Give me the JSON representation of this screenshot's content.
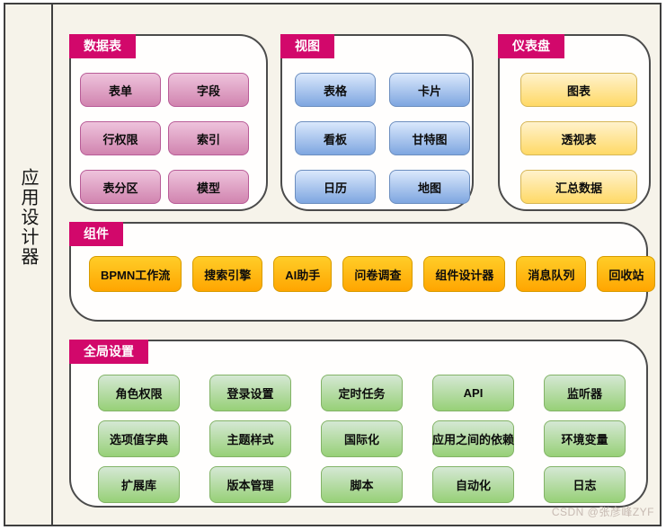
{
  "sidebar": {
    "title": "应用设计器"
  },
  "sections": {
    "datatable": {
      "label": "数据表",
      "items": [
        "表单",
        "字段",
        "行权限",
        "索引",
        "表分区",
        "模型"
      ]
    },
    "views": {
      "label": "视图",
      "items": [
        "表格",
        "卡片",
        "看板",
        "甘特图",
        "日历",
        "地图"
      ]
    },
    "dashboard": {
      "label": "仪表盘",
      "items": [
        "图表",
        "透视表",
        "汇总数据"
      ]
    },
    "components": {
      "label": "组件",
      "items": [
        "BPMN工作流",
        "搜索引擎",
        "AI助手",
        "问卷调查",
        "组件设计器",
        "消息队列",
        "回收站"
      ]
    },
    "global": {
      "label": "全局设置",
      "items": [
        "角色权限",
        "登录设置",
        "定时任务",
        "API",
        "监听器",
        "选项值字典",
        "主题样式",
        "国际化",
        "应用之间的依赖",
        "环境变量",
        "扩展库",
        "版本管理",
        "脚本",
        "自动化",
        "日志"
      ]
    }
  },
  "watermark": "CSDN @张彦峰ZYF",
  "colors": {
    "canvas_bg": "#F6F3EA",
    "panel_bg": "#FFFFFF",
    "outline": "#3F3F3F",
    "tab_bg": "#D2086B",
    "tab_text": "#FFFFFF",
    "pink_top": "#EEC3DC",
    "pink_bottom": "#D184AF",
    "pink_border": "#B85C97",
    "blue_top": "#DAE8FC",
    "blue_bottom": "#7EA6E0",
    "blue_border": "#6C8EBF",
    "yellow_top": "#FFF2CC",
    "yellow_bottom": "#FFD966",
    "yellow_border": "#D6B656",
    "orange_top": "#FFCD28",
    "orange_bottom": "#FFA500",
    "orange_border": "#D79B00",
    "green_top": "#D5E8D4",
    "green_bottom": "#97D077",
    "green_border": "#82B366",
    "watermark_text": "#C7BAB2"
  }
}
